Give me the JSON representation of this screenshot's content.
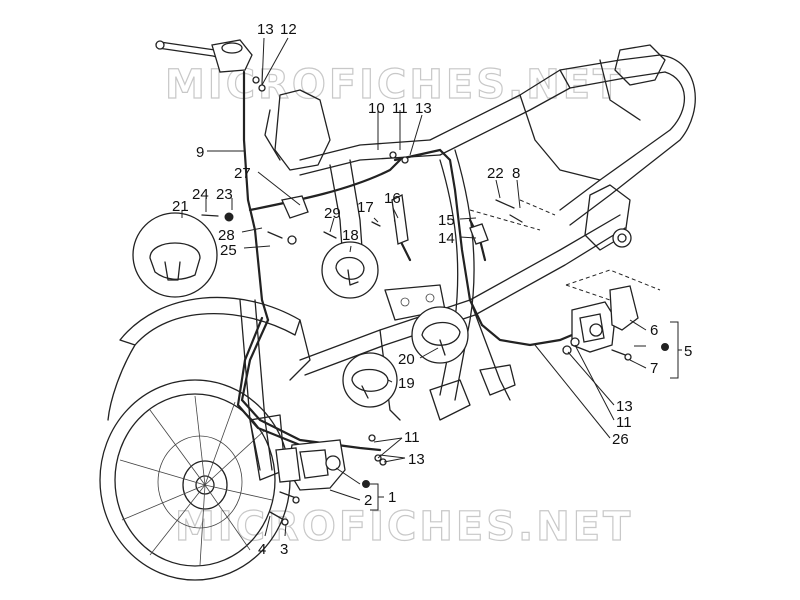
{
  "watermark": "MICROFICHES.NET",
  "callouts": {
    "c1": "1",
    "c2": "2",
    "c3": "3",
    "c4": "4",
    "c5": "5",
    "c6": "6",
    "c7": "7",
    "c8": "8",
    "c9": "9",
    "c10": "10",
    "c11a": "11",
    "c11b": "11",
    "c11c": "11",
    "c12": "12",
    "c13a": "13",
    "c13b": "13",
    "c13c": "13",
    "c13d": "13",
    "c14": "14",
    "c15": "15",
    "c16": "16",
    "c17": "17",
    "c18": "18",
    "c19": "19",
    "c20": "20",
    "c21": "21",
    "c22": "22",
    "c23": "23",
    "c24": "24",
    "c25": "25",
    "c26": "26",
    "c27": "27",
    "c28": "28",
    "c29": "29"
  }
}
